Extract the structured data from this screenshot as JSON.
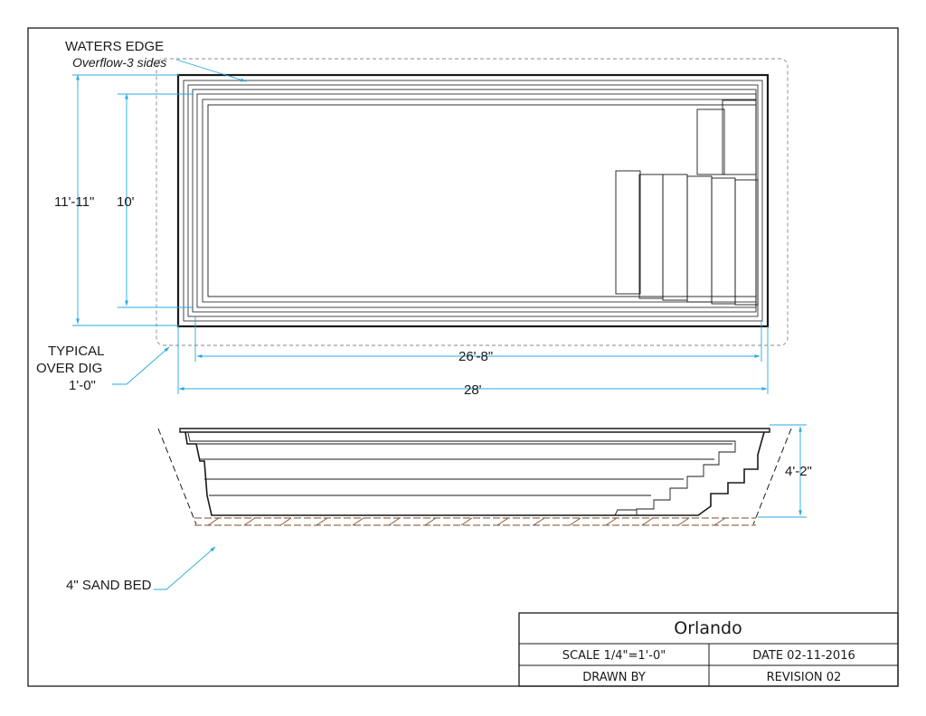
{
  "colors": {
    "ink": "#1a1a1a",
    "dimension": "#29a8e0",
    "overdig": "#888888",
    "sand": "#7a4e2d"
  },
  "plan": {
    "waters_edge_label": "WATERS EDGE",
    "overflow_label": "Overflow-3 sides",
    "dim_outer_width": "11'-11\"",
    "dim_inner_width": "10'",
    "dim_inner_length": "26'-8\"",
    "dim_outer_length": "28'",
    "overdig_label_line1": "TYPICAL",
    "overdig_label_line2": "OVER DIG",
    "overdig_value": "1'-0\""
  },
  "section": {
    "depth_label": "4'-2\"",
    "sand_bed_label": "4\" SAND BED"
  },
  "title_block": {
    "model": "Orlando",
    "scale": "SCALE 1/4\"=1'-0\"",
    "date": "DATE 02-11-2016",
    "drawn_by": "DRAWN BY",
    "revision": "REVISION 02"
  }
}
